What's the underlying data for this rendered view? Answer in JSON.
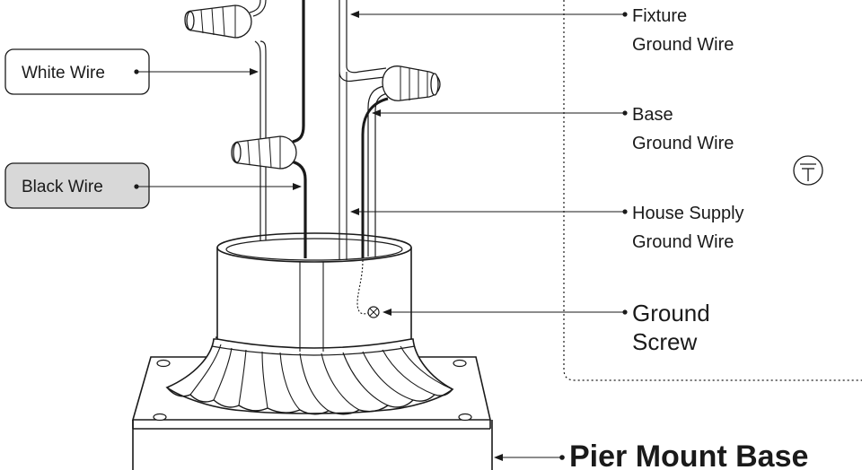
{
  "labels": {
    "white_wire": "White Wire",
    "black_wire": "Black Wire",
    "fixture_ground": [
      "Fixture",
      "Ground Wire"
    ],
    "base_ground": [
      "Base",
      "Ground Wire"
    ],
    "house_supply_ground": [
      "House Supply",
      "Ground Wire"
    ],
    "ground_screw": [
      "Ground",
      "Screw"
    ],
    "pier_mount_base": "Pier Mount Base"
  },
  "colors": {
    "line": "#1a1a1a",
    "black_wire_label_fill": "#d8d8d8",
    "white_wire_label_fill": "#ffffff"
  },
  "icons": [
    "ground-symbol-icon",
    "ground-screw-icon",
    "wire-nut-icon"
  ]
}
